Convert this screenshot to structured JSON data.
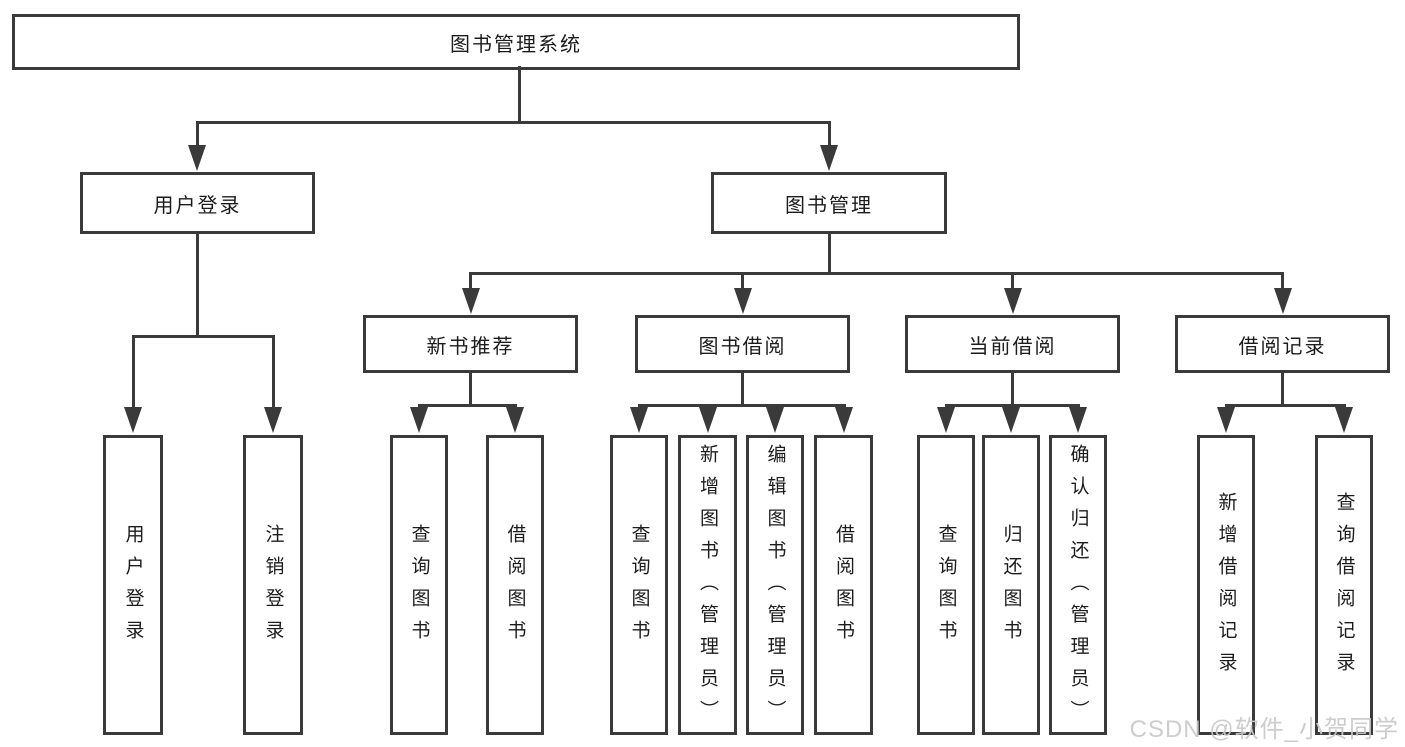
{
  "nodes": {
    "root": "图书管理系统",
    "user_login": "用户登录",
    "book_mgmt": "图书管理",
    "new_book": "新书推荐",
    "book_borrow": "图书借阅",
    "current_borrow": "当前借阅",
    "borrow_record": "借阅记录",
    "leaf_user_login": "用户登录",
    "leaf_logout": "注销登录",
    "leaf_nb_query": "查询图书",
    "leaf_nb_borrow": "借阅图书",
    "leaf_bb_query": "查询图书",
    "leaf_bb_add": "新增图书（管理员）",
    "leaf_bb_edit": "编辑图书（管理员）",
    "leaf_bb_borrow": "借阅图书",
    "leaf_cb_query": "查询图书",
    "leaf_cb_return": "归还图书",
    "leaf_cb_confirm": "确认归还（管理员）",
    "leaf_br_add": "新增借阅记录",
    "leaf_br_query": "查询借阅记录"
  },
  "watermark": "CSDN @软件_小贺同学",
  "colors": {
    "line": "#3a3a3a",
    "border": "#3a3a3a",
    "text": "#1c1c1c",
    "watermark": "#c9c9c9",
    "bg": "#ffffff"
  }
}
